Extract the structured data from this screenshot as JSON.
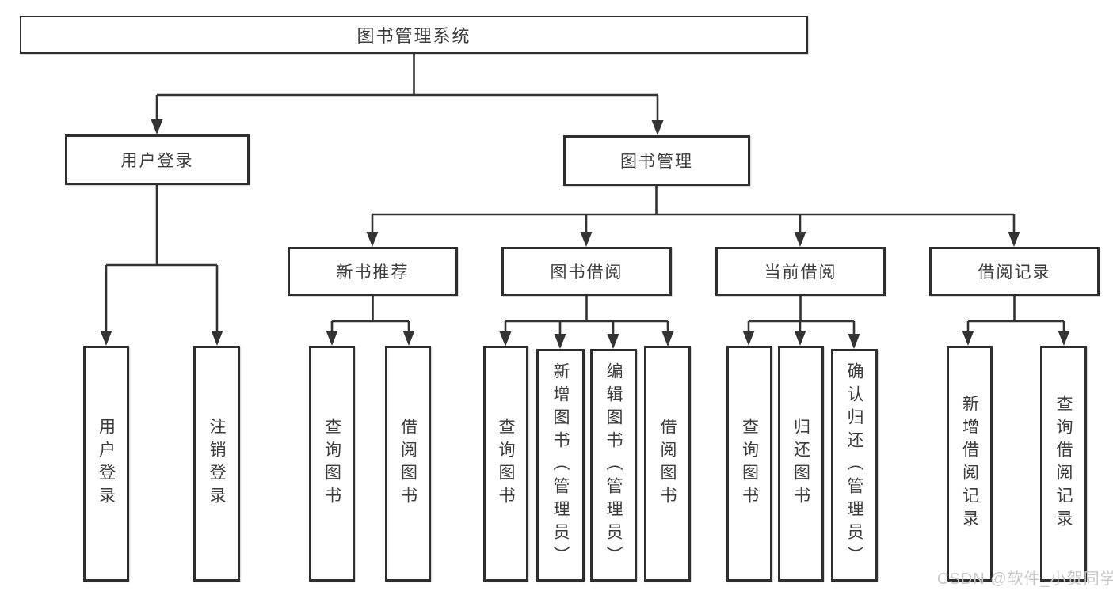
{
  "diagram": {
    "type": "hierarchy",
    "title": "图书管理系统",
    "nodes": {
      "root": {
        "label": "图书管理系统"
      },
      "user_login": {
        "label": "用户登录"
      },
      "book_management": {
        "label": "图书管理"
      },
      "new_book_recommend": {
        "label": "新书推荐"
      },
      "book_borrowing": {
        "label": "图书借阅"
      },
      "current_borrowing": {
        "label": "当前借阅"
      },
      "borrowing_records": {
        "label": "借阅记录"
      },
      "login_user_login": {
        "label": "用户登录"
      },
      "login_logout": {
        "label": "注销登录"
      },
      "recommend_query_books": {
        "label": "查询图书"
      },
      "recommend_borrow_books": {
        "label": "借阅图书"
      },
      "borrowing_query_books": {
        "label": "查询图书"
      },
      "borrowing_add_books": {
        "label": "新增图书（管理员）"
      },
      "borrowing_edit_books": {
        "label": "编辑图书（管理员）"
      },
      "borrowing_borrow_books": {
        "label": "借阅图书"
      },
      "current_query_books": {
        "label": "查询图书"
      },
      "current_return_books": {
        "label": "归还图书"
      },
      "current_confirm_return": {
        "label": "确认归还（管理员）"
      },
      "records_add_record": {
        "label": "新增借阅记录"
      },
      "records_query_record": {
        "label": "查询借阅记录"
      }
    },
    "hierarchy": {
      "图书管理系统": [
        "用户登录",
        "图书管理"
      ],
      "用户登录": [
        "用户登录",
        "注销登录"
      ],
      "图书管理": [
        "新书推荐",
        "图书借阅",
        "当前借阅",
        "借阅记录"
      ],
      "新书推荐": [
        "查询图书",
        "借阅图书"
      ],
      "图书借阅": [
        "查询图书",
        "新增图书（管理员）",
        "编辑图书（管理员）",
        "借阅图书"
      ],
      "当前借阅": [
        "查询图书",
        "归还图书",
        "确认归还（管理员）"
      ],
      "借阅记录": [
        "新增借阅记录",
        "查询借阅记录"
      ]
    },
    "colors": {
      "line": "#333333",
      "box_border": "#2e2e2e",
      "text": "#3b3b3b",
      "background": "#ffffff",
      "watermark": "#c8c8c8"
    }
  },
  "watermark": {
    "text": "CSDN @软件_小贺同学"
  }
}
